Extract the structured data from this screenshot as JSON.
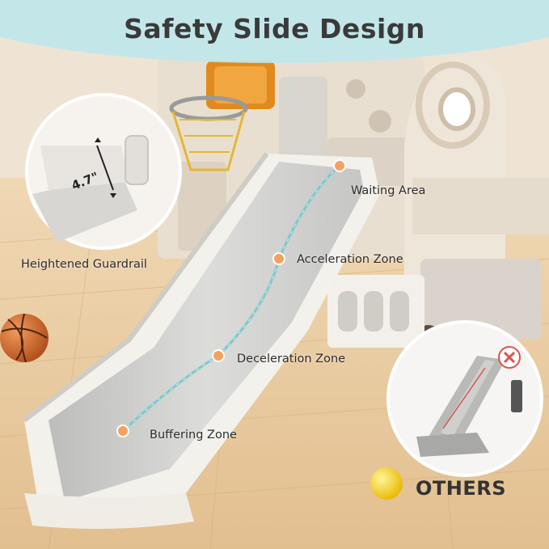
{
  "title": "Safety Slide Design",
  "measurement": "4.7\"",
  "labels": {
    "waiting_area": "Waiting Area",
    "acceleration_zone": "Acceleration Zone",
    "deceleration_zone": "Deceleration Zone",
    "buffering_zone": "Buffering Zone",
    "heightened_guardrail": "Heightened Guardrail"
  },
  "comparison_label": "OTHERS",
  "colors": {
    "banner": "#bfe6ea",
    "path_line": "#7cc9cc",
    "marker": "#f4a261",
    "floor": "#e7c9a0",
    "slide": "#d3d3d1"
  },
  "icons": [
    "basketball-icon",
    "yellow-ball-icon",
    "red-x-icon"
  ]
}
